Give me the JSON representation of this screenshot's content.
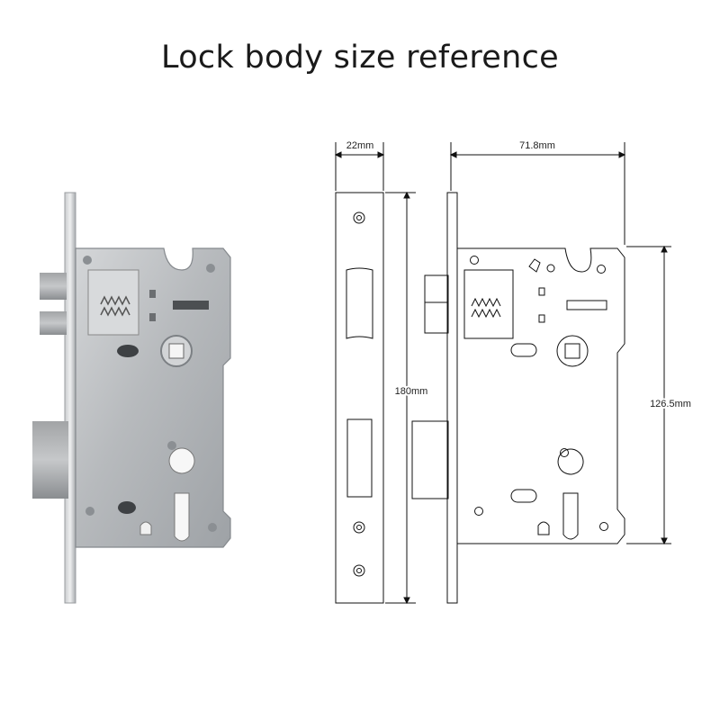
{
  "title": "Lock body size reference",
  "dimensions": {
    "faceplate_width": "22mm",
    "body_depth": "71.8mm",
    "faceplate_height": "180mm",
    "body_height": "126.5mm"
  },
  "colors": {
    "steel": "#b9bcbf",
    "steel_dark": "#8c9094",
    "line": "#111111"
  }
}
